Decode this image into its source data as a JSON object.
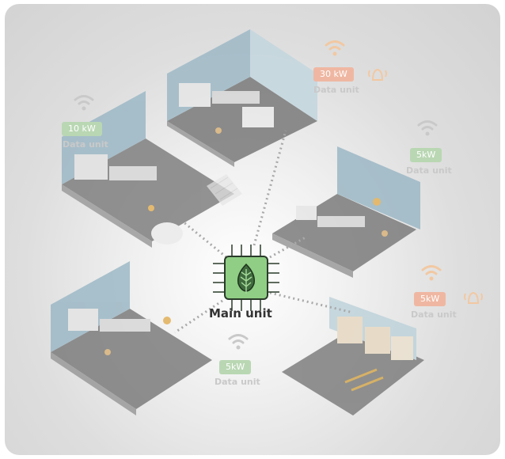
{
  "main_unit": {
    "label": "Main unit",
    "chip_color": "#8fce84",
    "chip_border": "#2a3b2a",
    "icon": "leaf-icon"
  },
  "nodes": [
    {
      "id": "top-left",
      "value": "10 kW",
      "label": "Data unit",
      "status": "normal",
      "color": "#b9d7b3",
      "icons": [
        "wifi-icon"
      ]
    },
    {
      "id": "top",
      "value": "30 kW",
      "label": "Data unit",
      "status": "alert",
      "color": "#efb7a2",
      "icons": [
        "wifi-icon",
        "alarm-bell-icon"
      ]
    },
    {
      "id": "right-upper",
      "value": "5kW",
      "label": "Data unit",
      "status": "normal",
      "color": "#b9d7b3",
      "icons": [
        "wifi-icon"
      ]
    },
    {
      "id": "right-lower",
      "value": "5kW",
      "label": "Data unit",
      "status": "alert",
      "color": "#efb7a2",
      "icons": [
        "wifi-icon",
        "alarm-bell-icon"
      ]
    },
    {
      "id": "bottom",
      "value": "5kW",
      "label": "Data unit",
      "status": "normal",
      "color": "#b9d7b3",
      "icons": [
        "wifi-icon"
      ]
    }
  ]
}
